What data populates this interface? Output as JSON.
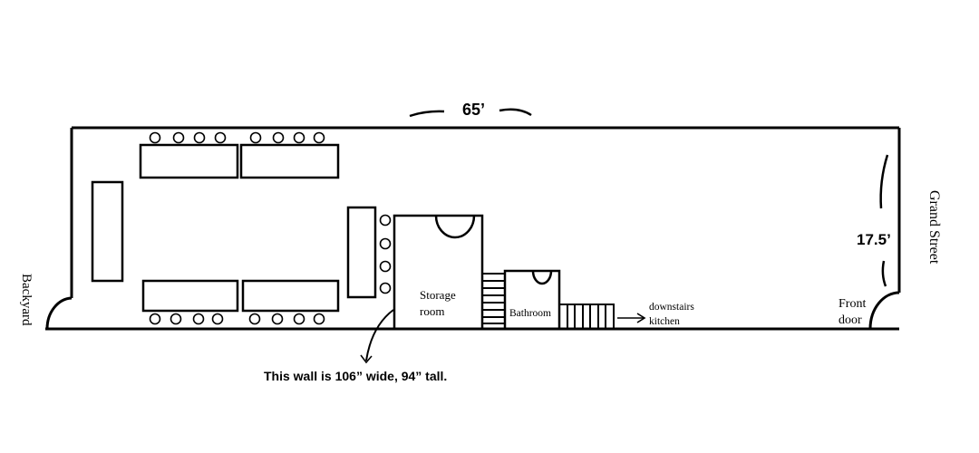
{
  "labels": {
    "width_dim": "65’",
    "height_dim": "17.5’",
    "street": "Grand Street",
    "backyard": "Backyard",
    "front_door_line1": "Front",
    "front_door_line2": "door",
    "storage_line1": "Storage",
    "storage_line2": "room",
    "bathroom": "Bathroom",
    "downstairs_line1": "downstairs",
    "downstairs_line2": "kitchen",
    "wall_note": "This wall is 106” wide, 94” tall."
  },
  "colors": {
    "stroke": "#000000",
    "background": "#ffffff"
  }
}
